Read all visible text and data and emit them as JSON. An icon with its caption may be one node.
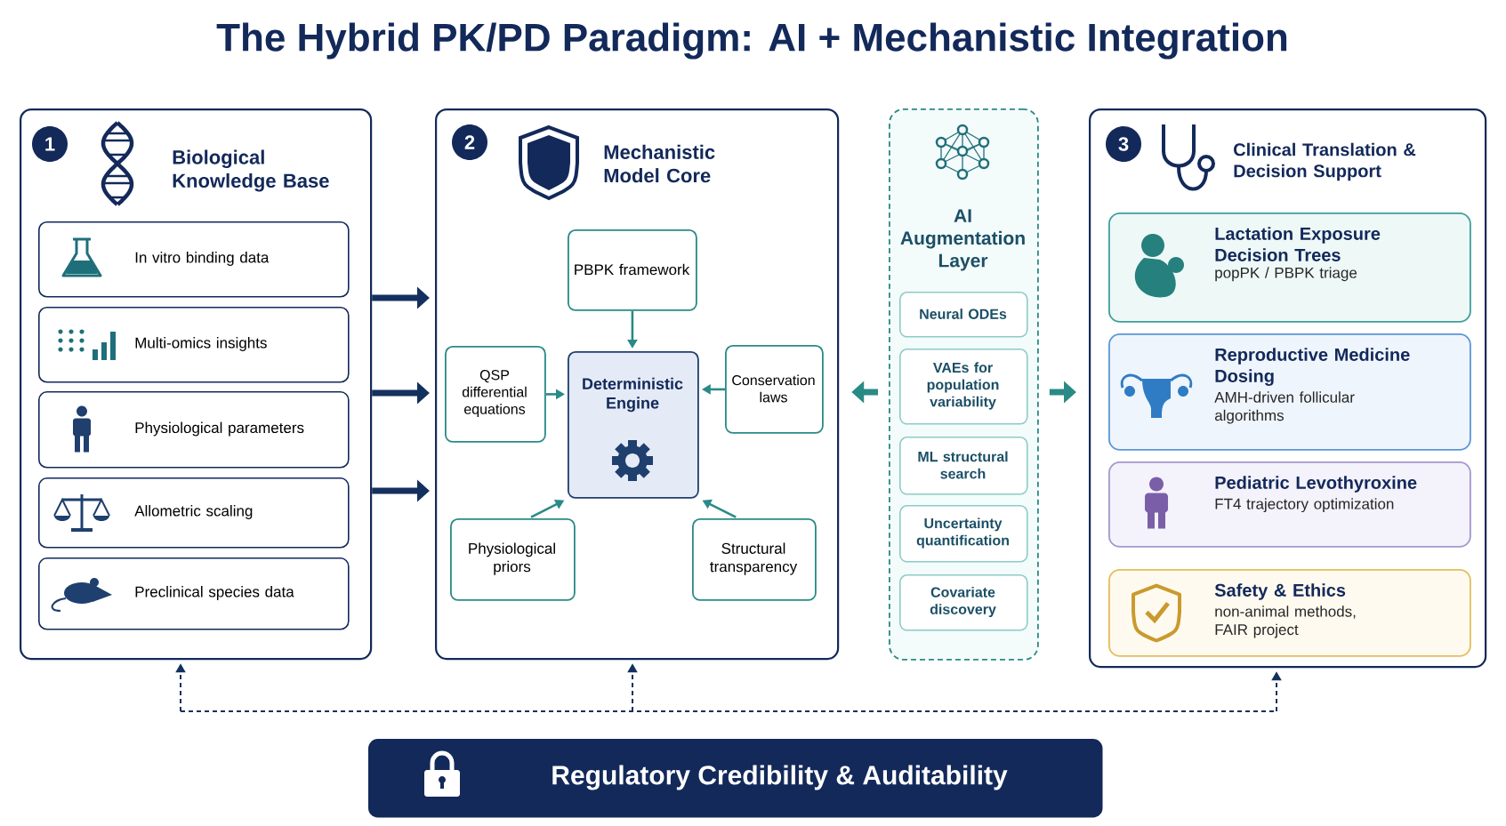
{
  "diagram": {
    "title": "The Hybrid PK/PD Paradigm: AI + Mechanistic Integration",
    "nodes": [
      {
        "text": [
          "1",
          "Biological Knowledge Base"
        ]
      },
      {
        "text": [
          "In vitro binding data"
        ],
        "in": 0
      },
      {
        "text": [
          "Multi-omics insights"
        ],
        "in": 0
      },
      {
        "text": [
          "Physiological parameters"
        ],
        "in": 0
      },
      {
        "text": [
          "Allometric scaling"
        ],
        "in": 0
      },
      {
        "text": [
          "Preclinical species data"
        ],
        "in": 0
      },
      {
        "text": [
          "2",
          "Mechanistic Model Core"
        ]
      },
      {
        "text": [
          "PBPK framework"
        ],
        "in": 6
      },
      {
        "text": [
          "QSP differential equations"
        ],
        "in": 6
      },
      {
        "text": [
          "Deterministic Engine"
        ],
        "in": 6
      },
      {
        "text": [
          "Conservation laws"
        ],
        "in": 6
      },
      {
        "text": [
          "Physiological priors"
        ],
        "in": 6
      },
      {
        "text": [
          "Structural transparency"
        ],
        "in": 6
      },
      {
        "text": [
          "AI Augmentation Layer"
        ]
      },
      {
        "text": [
          "Neural ODEs"
        ],
        "in": 13
      },
      {
        "text": [
          "VAEs for population variability"
        ],
        "in": 13
      },
      {
        "text": [
          "ML structural search"
        ],
        "in": 13
      },
      {
        "text": [
          "Uncertainty quantification"
        ],
        "in": 13
      },
      {
        "text": [
          "Covariate discovery"
        ],
        "in": 13
      },
      {
        "text": [
          "3",
          "Clinical Translation & Decision Support"
        ]
      },
      {
        "text": [
          "Lactation Exposure Decision Trees",
          "popPK / PBPK triage"
        ],
        "in": 19
      },
      {
        "text": [
          "Reproductive Medicine Dosing",
          "AMH-driven follicular algorithms"
        ],
        "in": 19
      },
      {
        "text": [
          "Pediatric Levothyroxine",
          "FT4 trajectory optimization"
        ],
        "in": 19
      },
      {
        "text": [
          "Safety & Ethics",
          "non-animal methods, FAIR project"
        ],
        "in": 19
      },
      {
        "text": [
          "Regulatory Credibility & Auditability"
        ]
      }
    ],
    "edges": [
      {
        "from": 0,
        "to": 6,
        "arrow": "to",
        "style": "thick",
        "color": "#14305e"
      },
      {
        "from": 0,
        "to": 6,
        "arrow": "to",
        "style": "thick",
        "color": "#14305e"
      },
      {
        "from": 0,
        "to": 6,
        "arrow": "to",
        "style": "thick",
        "color": "#14305e"
      },
      {
        "from": 7,
        "to": 9,
        "arrow": "to"
      },
      {
        "from": 8,
        "to": 9,
        "arrow": "to"
      },
      {
        "from": 10,
        "to": 9,
        "arrow": "to"
      },
      {
        "from": 11,
        "to": 9,
        "arrow": "to"
      },
      {
        "from": 12,
        "to": 9,
        "arrow": "to"
      },
      {
        "from": 13,
        "to": 6,
        "arrow": "to",
        "style": "thick"
      },
      {
        "from": 13,
        "to": 19,
        "arrow": "to",
        "style": "thick"
      },
      {
        "from": null,
        "to": 0,
        "arrow": "to",
        "style": "dashed",
        "color": "#14305e"
      },
      {
        "from": null,
        "to": 6,
        "arrow": "to",
        "style": "dashed",
        "color": "#14305e"
      },
      {
        "from": null,
        "to": 19,
        "arrow": "to",
        "style": "dashed",
        "color": "#14305e"
      }
    ]
  }
}
